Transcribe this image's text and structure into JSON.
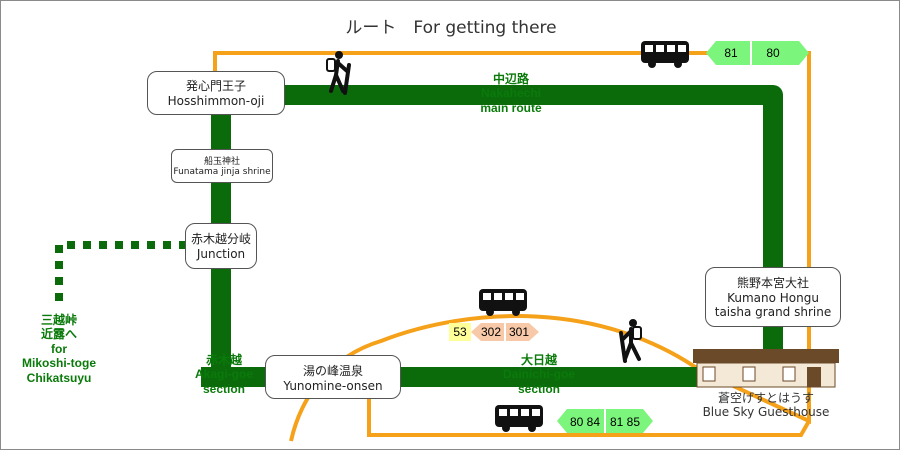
{
  "title": "ルート　For getting there",
  "nodes": {
    "hosshimmon": {
      "jp": "発心門王子",
      "en": "Hosshimmon-oji"
    },
    "funatama": {
      "jp": "船玉神社",
      "en": "Funatama jinja shrine"
    },
    "junction": {
      "jp": "赤木越分岐",
      "en": "Junction"
    },
    "yunomine": {
      "jp": "湯の峰温泉",
      "en": "Yunomine-onsen"
    },
    "hongu": {
      "jp": "熊野本宮大社",
      "en1": "Kumano Hongu",
      "en2": "taisha grand shrine"
    },
    "guesthouse": {
      "jp": "蒼空げすとはうす",
      "en": "Blue Sky Guesthouse"
    }
  },
  "routes": {
    "nakahechi": {
      "jp": "中辺路",
      "en1": "Nakahechi",
      "en2": "main route"
    },
    "akagi": {
      "jp": "赤木越",
      "en1": "Akagi-goe",
      "en2": "section"
    },
    "dainichi": {
      "jp": "大日越",
      "en1": "Dainichi-goe",
      "en2": "section"
    },
    "mikoshi": {
      "jp1": "三越峠",
      "jp2": "近露へ",
      "en1": "for",
      "en2": "Mikoshi-toge",
      "en3": "Chikatsuyu"
    }
  },
  "bus_routes": {
    "top": [
      "81",
      "80"
    ],
    "middle": [
      "53",
      "302",
      "301"
    ],
    "bottom": [
      "80 84",
      "81 85"
    ]
  },
  "colors": {
    "trail": "#0b6b0b",
    "road": "#f5a11a",
    "bus_tag": "#7cf57c",
    "tag_53": "#ffff9a",
    "tag_30x": "#f7c9a8"
  }
}
